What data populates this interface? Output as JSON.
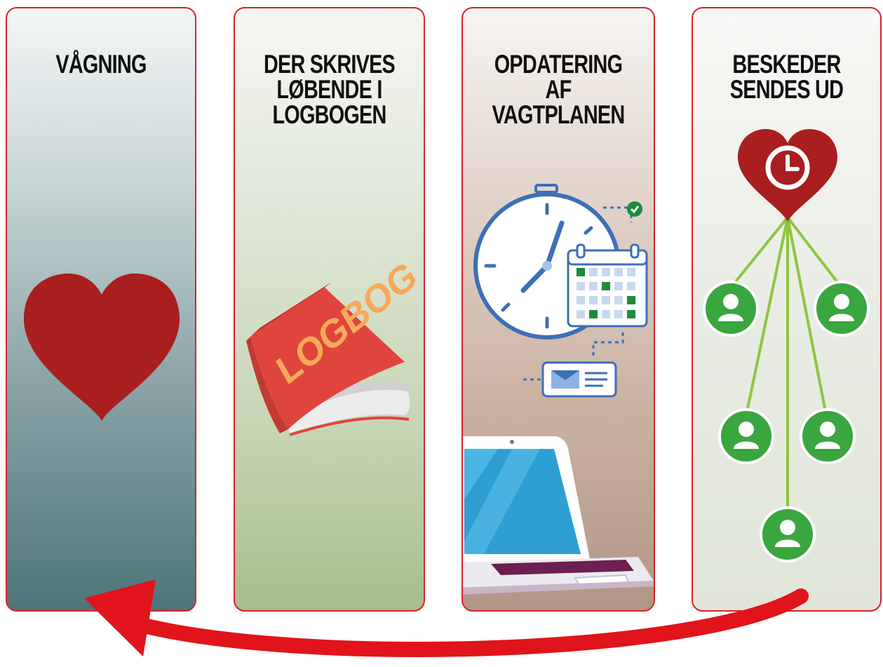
{
  "panels": [
    {
      "title": "VÅGNING"
    },
    {
      "title": "DER SKRIVES\nLØBENDE I\nLOGBOGEN",
      "book_label": "LOGBOG"
    },
    {
      "title": "OPDATERING AF\nVAGTPLANEN"
    },
    {
      "title": "BESKEDER\nSENDES UD"
    }
  ],
  "colors": {
    "border": "#d8232a",
    "heart": "#a91e1f",
    "arrow": "#e1141b",
    "node_green": "#3aa640",
    "line_green": "#8dc63f",
    "clock_blue": "#3d6fb6",
    "calendar_green": "#1e8a3e",
    "book_red": "#e0453d",
    "book_text": "#f6a95b"
  },
  "icons": [
    "heart-icon",
    "logbook-icon",
    "stopwatch-icon",
    "calendar-icon",
    "envelope-card-icon",
    "laptop-icon",
    "heart-clock-icon",
    "person-icon"
  ]
}
